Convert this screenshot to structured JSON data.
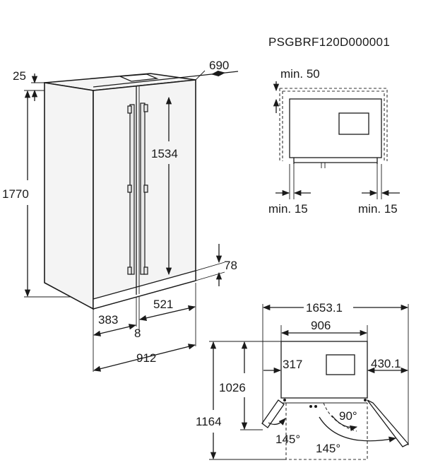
{
  "model_code": "PSGBRF120D000001",
  "side_view": {
    "top_gap": "25",
    "depth": "690",
    "height": "1770",
    "door_handle": "1534",
    "base": "78",
    "left_door": "383",
    "right_door": "521",
    "gap": "8",
    "width": "912"
  },
  "clearance_view": {
    "top": "min. 50",
    "left_side": "min. 15",
    "right_side": "min. 15"
  },
  "top_view": {
    "total_width": "1653.1",
    "cabinet_width": "906",
    "left_open": "317",
    "right_open": "430.1",
    "depth_closed": "1026",
    "depth_open": "1164",
    "angle_inner": "90°",
    "angle_left": "145°",
    "angle_right": "145°"
  },
  "colors": {
    "line": "#1a1a1a",
    "fill": "#f4f4f4"
  }
}
